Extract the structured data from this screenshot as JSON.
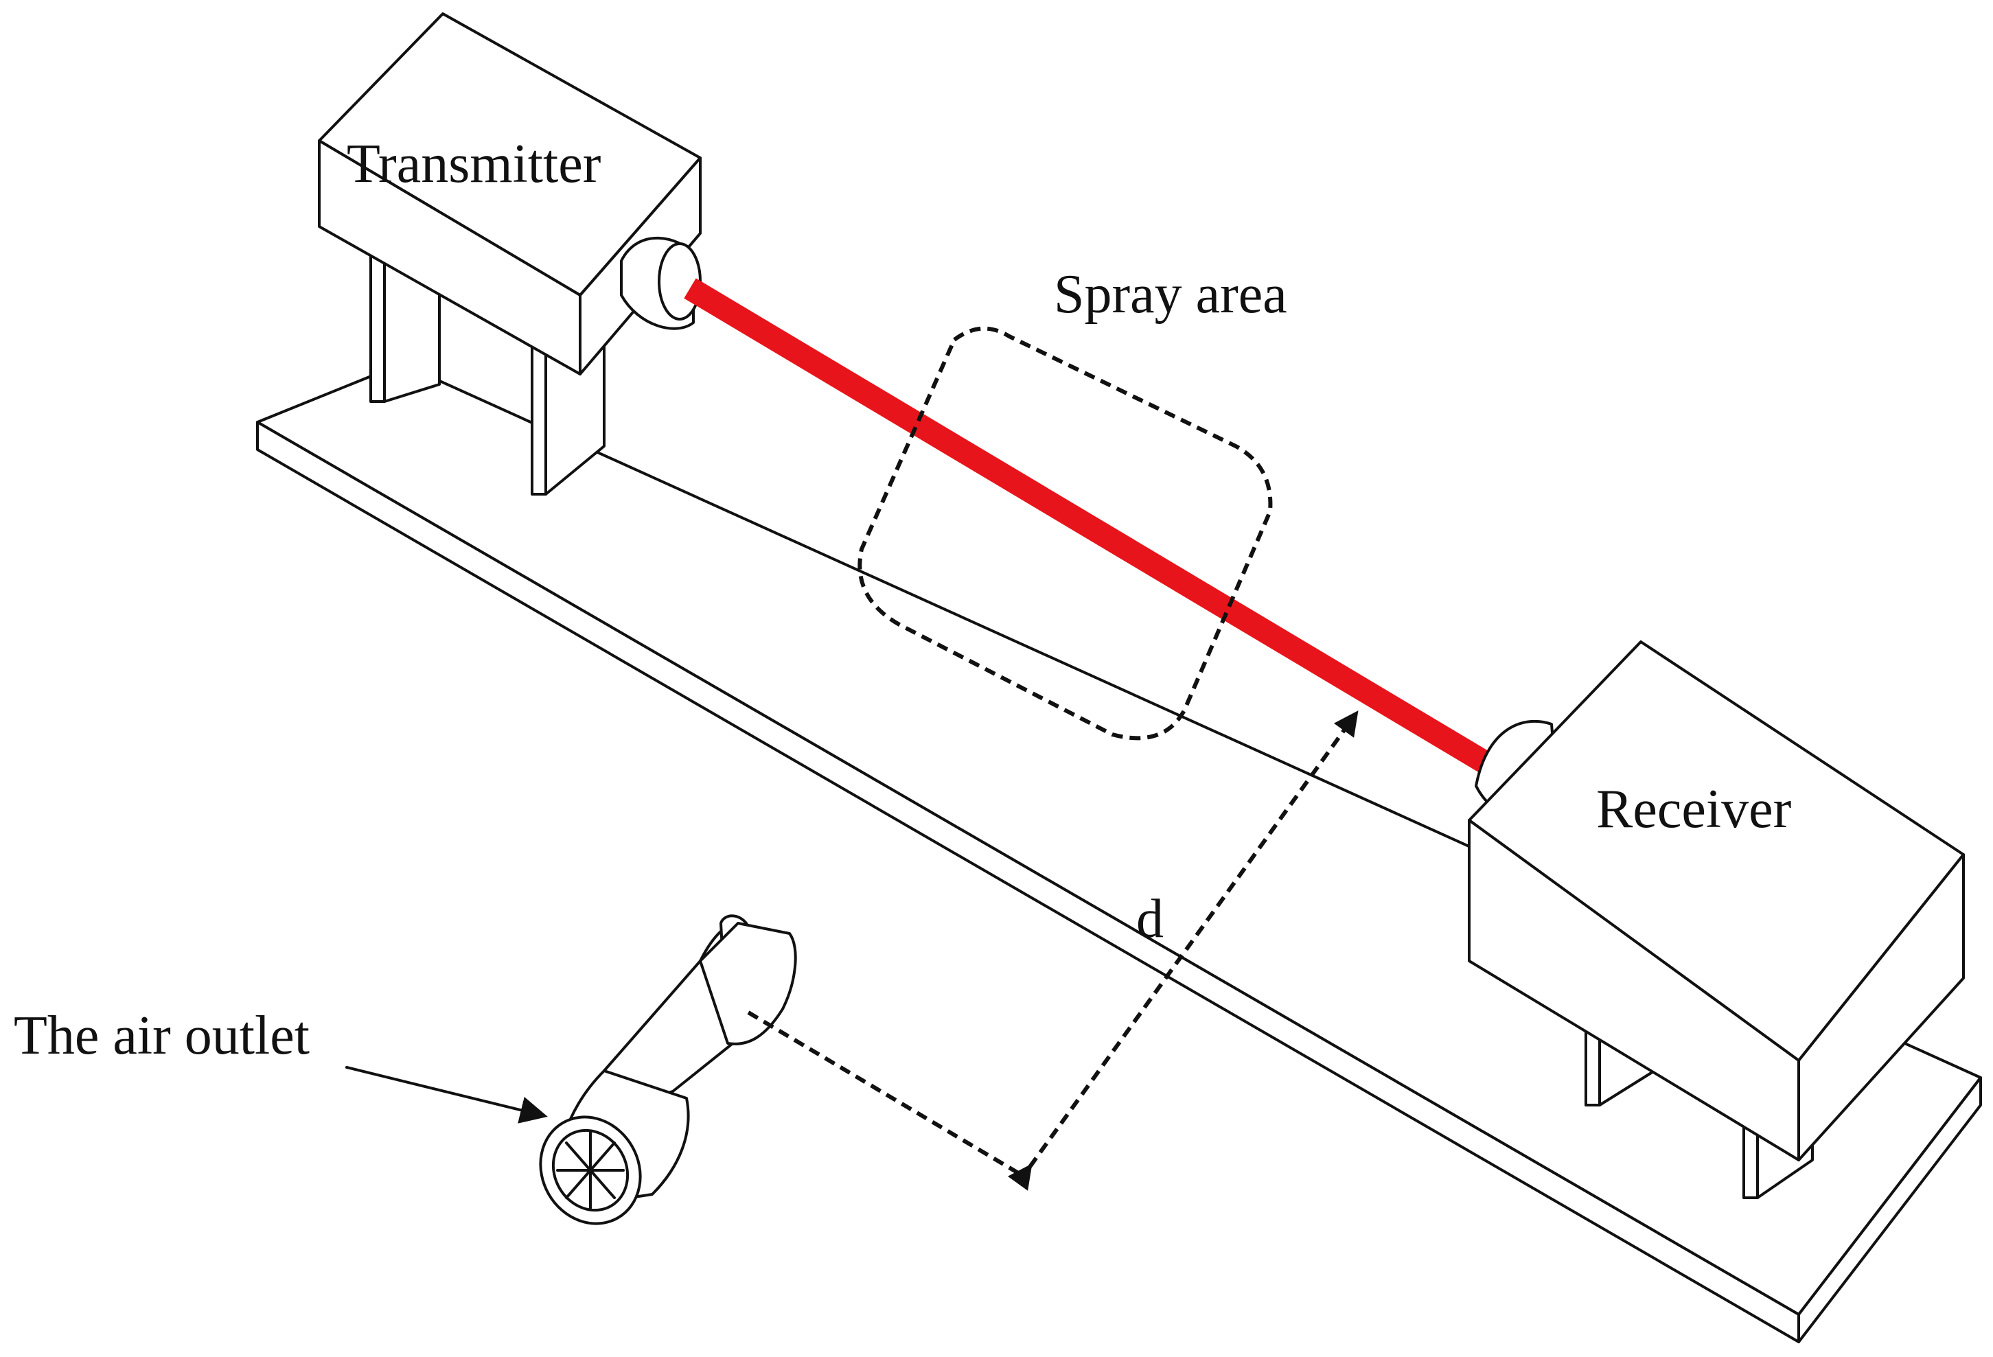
{
  "labels": {
    "transmitter": "Transmitter",
    "receiver": "Receiver",
    "spray_area": "Spray area",
    "distance": "d",
    "air_outlet": "The air outlet"
  },
  "colors": {
    "laser_beam": "#e8141c",
    "line": "#111111",
    "background": "#ffffff"
  }
}
